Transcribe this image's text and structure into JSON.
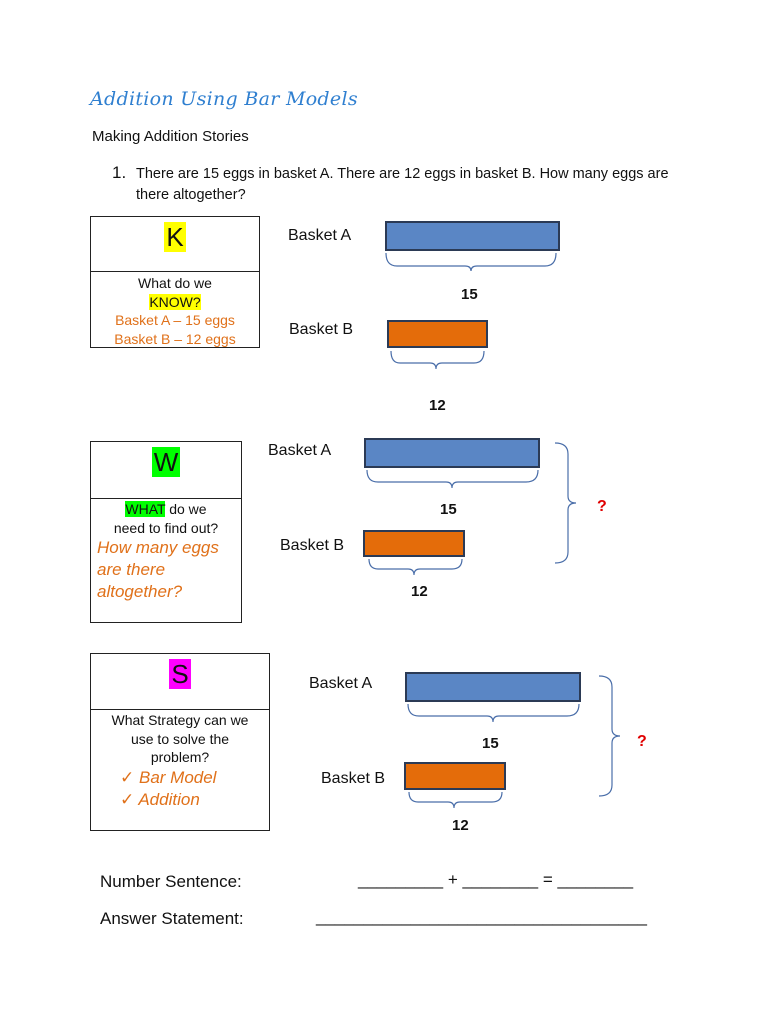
{
  "title": "Addition Using Bar Models",
  "subtitle": "Making Addition Stories",
  "question": {
    "number": "1.",
    "text": "There are 15 eggs in basket A. There are 12 eggs in basket B. How many eggs are there altogether?"
  },
  "k_box": {
    "letter": "K",
    "prompt_1": "What do we",
    "prompt_2": "KNOW?",
    "fact_a": "Basket A – 15 eggs",
    "fact_b": "Basket B – 12 eggs"
  },
  "w_box": {
    "letter": "W",
    "prompt_hl": "WHAT",
    "prompt_rest": " do we",
    "prompt_2": "need to find out?",
    "answer": "How many eggs are there altogether?"
  },
  "s_box": {
    "letter": "S",
    "prompt": "What Strategy can we use to solve the problem?",
    "item_1": "Bar Model",
    "item_2": "Addition",
    "check": "✓"
  },
  "models": {
    "label_a": "Basket A",
    "label_b": "Basket B",
    "value_a": "15",
    "value_b": "12",
    "unknown": "?"
  },
  "colors": {
    "bar_a": "#5a86c5",
    "bar_b": "#e46c0a",
    "title": "#2f7fd0",
    "question_mark": "#e00000"
  },
  "number_sentence": {
    "label": "Number Sentence:",
    "blank": "_________ + ________ = ________"
  },
  "answer_statement": {
    "label": "Answer Statement:",
    "blank": "___________________________________"
  }
}
